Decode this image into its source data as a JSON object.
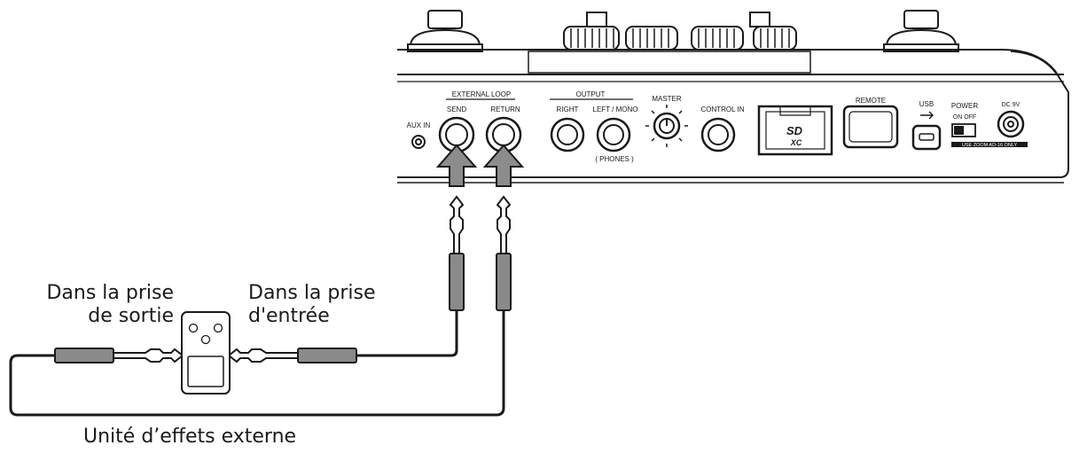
{
  "device": {
    "panel_labels": {
      "external_loop": "EXTERNAL LOOP",
      "send": "SEND",
      "return": "RETURN",
      "output": "OUTPUT",
      "right": "RIGHT",
      "left_mono": "LEFT / MONO",
      "phones": "( PHONES )",
      "master": "MASTER",
      "control_in": "CONTROL IN",
      "aux_in": "AUX IN",
      "remote": "REMOTE",
      "usb": "USB",
      "power": "POWER",
      "on_off": "ON  OFF",
      "dc": "DC 9V",
      "power_note": "USE ZOOM AD-16 ONLY",
      "sd": "SD",
      "xc": "XC"
    }
  },
  "captions": {
    "output_jack_line1": "Dans la prise",
    "output_jack_line2": "de sortie",
    "input_jack_line1": "Dans la prise",
    "input_jack_line2": "d'entrée",
    "external_unit": "Unité d’effets externe"
  },
  "colors": {
    "line": "#1a1a1a",
    "plug_body": "#8a8a8a",
    "arrow": "#8c8c8c"
  }
}
